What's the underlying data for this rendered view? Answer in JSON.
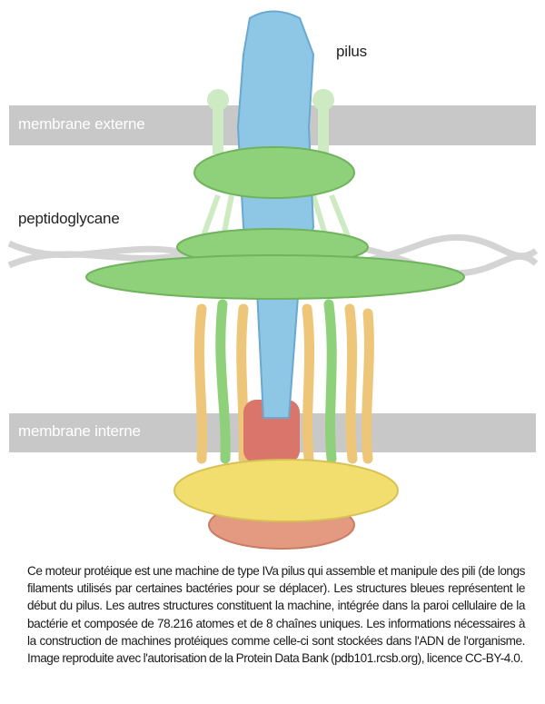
{
  "labels": {
    "pilus": "pilus",
    "outer_membrane": "membrane externe",
    "peptidoglycan": "peptidoglycane",
    "inner_membrane": "membrane interne"
  },
  "caption": "Ce moteur protéique est une machine de type IVa pilus qui assemble et manipule des pili (de longs filaments utilisés par certaines bactéries pour se déplacer). Les structures bleues représentent le début du pilus. Les autres structures constituent la machine, intégrée dans la paroi cellulaire de la bactérie et composée de 78.216 atomes et de 8 chaînes uniques. Les informations nécessaires à la construction de machines protéiques comme celle-ci sont stockées dans l'ADN de l'organisme. Image reproduite avec l'autorisation de la Protein Data Bank (pdb101.rcsb.org), licence CC-BY-4.0.",
  "colors": {
    "membrane": "#c8c8c8",
    "pilus_blue": "#8ec6e6",
    "green": "#8fd07a",
    "light_green": "#cdeac3",
    "yellow": "#f2de6e",
    "tan": "#eec67a",
    "red": "#d9756a",
    "salmon": "#e39a80"
  }
}
